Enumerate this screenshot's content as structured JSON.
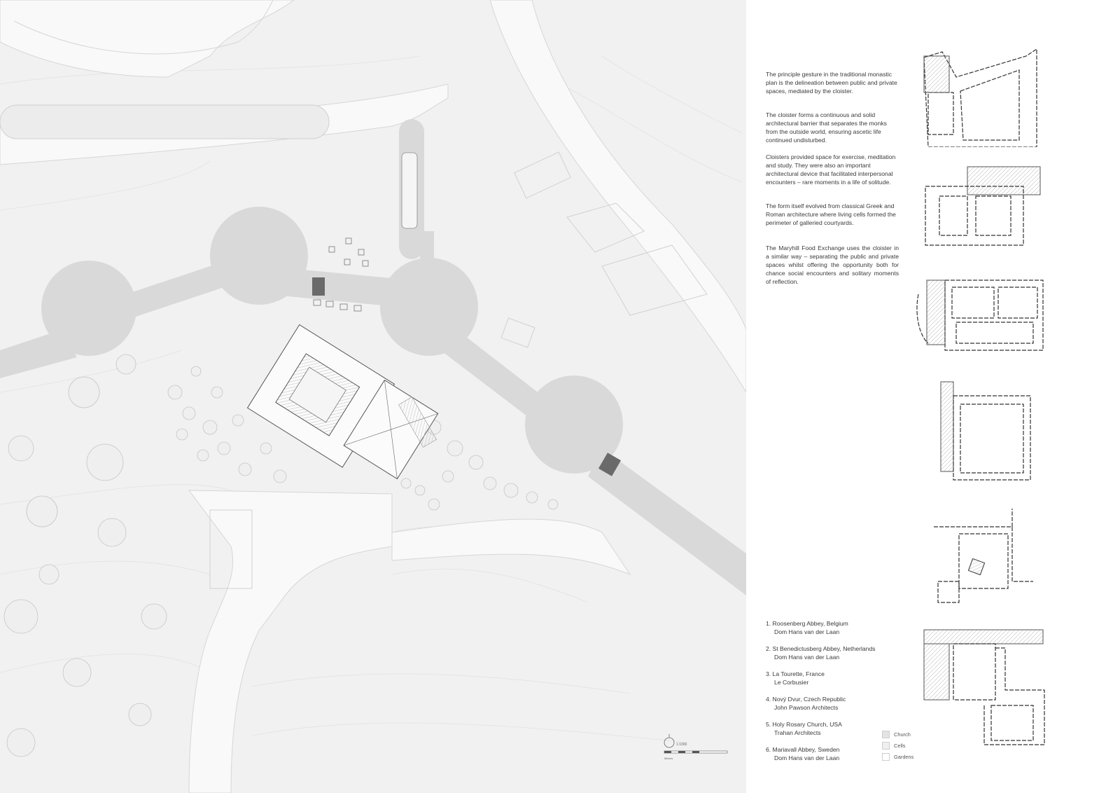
{
  "description": [
    "The principle gesture in the traditional monastic plan is the delineation between public and private spaces, mediated by the cloister.",
    "The cloister forms a continuous and solid architectural barrier that separates the monks from the outside world, ensuring ascetic life continued undisturbed.",
    "Cloisters provided space for exercise, meditation and study. They were also an important architectural device that facilitated interpersonal encounters – rare moments in a life of solitude.",
    "The form itself evolved from classical Greek and Roman architecture where living cells formed the perimeter of galleried courtyards.",
    "The Maryhill Food Exchange uses the cloister in a similar way – separating the public and private spaces whilst offering the opportunity both for chance social encounters and solitary moments of reflection."
  ],
  "references": [
    {
      "place": "1. Roosenberg Abbey, Belgium",
      "architect": "Dom Hans van der Laan"
    },
    {
      "place": "2. St Benedictusberg Abbey, Netherlands",
      "architect": "Dom Hans van der Laan"
    },
    {
      "place": "3. La Tourette, France",
      "architect": "Le Corbusier"
    },
    {
      "place": "4. Nový Dvur, Czech Republic",
      "architect": "John Pawson Architects"
    },
    {
      "place": "5. Holy Rosary Church, USA",
      "architect": "Trahan Architects"
    },
    {
      "place": "6. Mariavall Abbey, Sweden",
      "architect": "Dom Hans van der Laan"
    }
  ],
  "legend": [
    {
      "label": "Church",
      "color": "#e4e4e4"
    },
    {
      "label": "Cells",
      "color": "#efefef"
    },
    {
      "label": "Gardens",
      "color": "#ffffff"
    }
  ],
  "scale": {
    "ratio": "1:1000",
    "unit": "Metres"
  },
  "colors": {
    "ground": "#f1f1f1",
    "road": "#f8f8f8",
    "water": "#d9d9d9",
    "line": "#555555"
  }
}
